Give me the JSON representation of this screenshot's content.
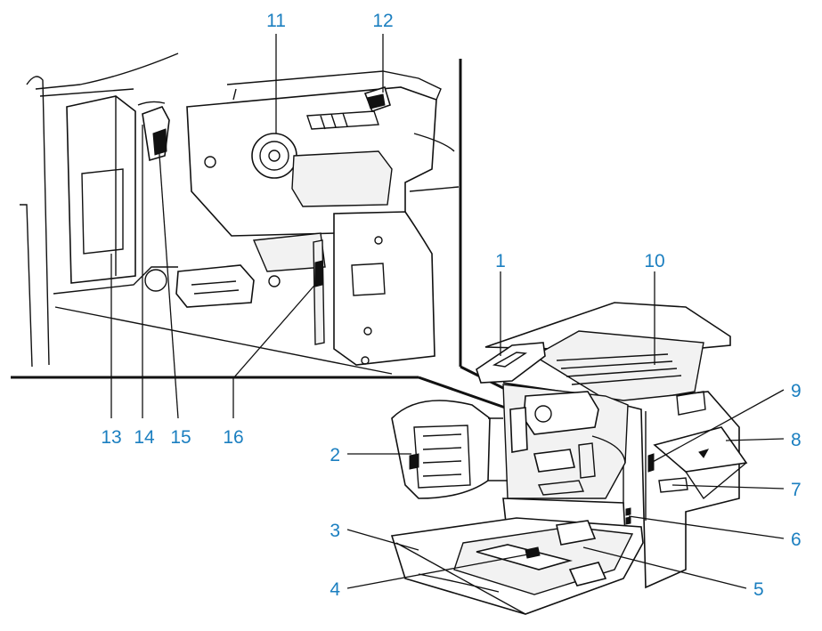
{
  "labels": {
    "l1": "1",
    "l2": "2",
    "l3": "3",
    "l4": "4",
    "l5": "5",
    "l6": "6",
    "l7": "7",
    "l8": "8",
    "l9": "9",
    "l10": "10",
    "l11": "11",
    "l12": "12",
    "l13": "13",
    "l14": "14",
    "l15": "15",
    "l16": "16"
  },
  "colors": {
    "callout": "#1b7fc0",
    "line": "#111111",
    "background": "#ffffff"
  }
}
